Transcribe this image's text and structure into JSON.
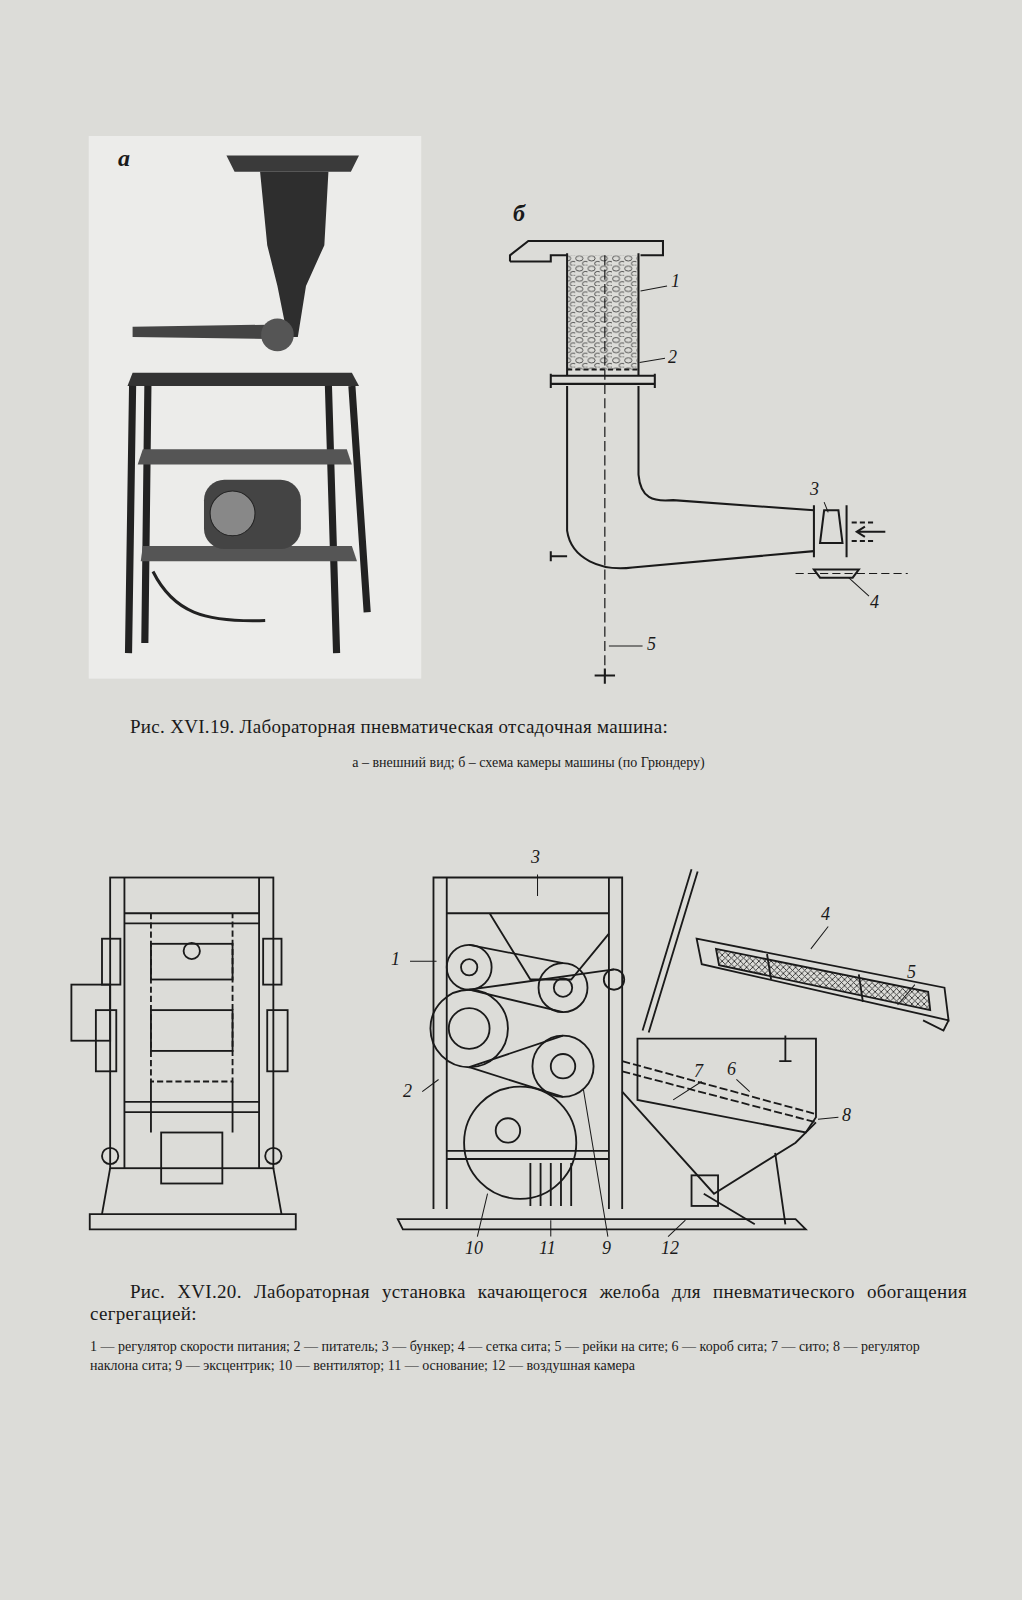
{
  "diagram": {
    "labels": [
      "а",
      "б",
      "1",
      "2",
      "3",
      "4",
      "5",
      "Рис. XVI.19. Лабораторная пневматическая отсадочная машина:",
      "а – внешний вид; б – схема камеры машины (по Грюндеру)",
      "3",
      "1",
      "2",
      "4",
      "5",
      "7",
      "6",
      "8",
      "10",
      "11",
      "9",
      "12",
      "Рис. XVI.20. Лабораторная установка качающегося желоба для пневматического обогащения сегрегацией:",
      "1 — регулятор скорости питания; 2 — питатель; 3 — бункер; 4 — сетка сита; 5 — рейки на сите; 6 — короб сита; 7 — сито; 8 — регулятор наклона сита; 9 — эксцентрик; 10 — вентилятор; 11 — основание; 12 — воздушная камера"
    ]
  }
}
